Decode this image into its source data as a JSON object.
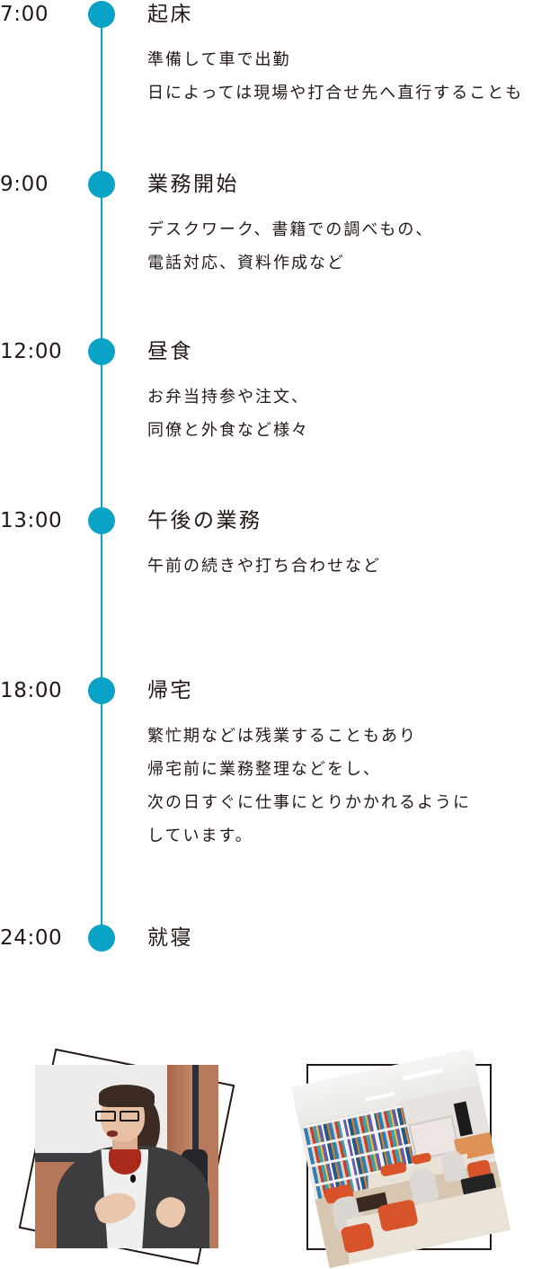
{
  "colors": {
    "accent": "#0aa2c6",
    "text": "#231815",
    "frame": "#231815"
  },
  "schedule": [
    {
      "time": "7:00",
      "title": "起床",
      "lines": [
        "準備して車で出勤",
        "日によっては現場や打合せ先へ直行することも"
      ]
    },
    {
      "time": "9:00",
      "title": "業務開始",
      "lines": [
        "デスクワーク、書籍での調べもの、",
        "電話対応、資料作成など"
      ]
    },
    {
      "time": "12:00",
      "title": "昼食",
      "lines": [
        "お弁当持参や注文、",
        "同僚と外食など様々"
      ]
    },
    {
      "time": "13:00",
      "title": "午後の業務",
      "lines": [
        "午前の続きや打ち合わせなど"
      ]
    },
    {
      "time": "18:00",
      "title": "帰宅",
      "lines": [
        "繁忙期などは残業することもあり",
        "帰宅前に業務整理などをし、",
        "次の日すぐに仕事にとりかかれるように",
        "しています。"
      ]
    },
    {
      "time": "24:00",
      "title": "就寝",
      "lines": []
    }
  ],
  "photos": [
    {
      "subject": "staff member speaking at desk"
    },
    {
      "subject": "office room with bookshelves and orange chairs"
    }
  ]
}
